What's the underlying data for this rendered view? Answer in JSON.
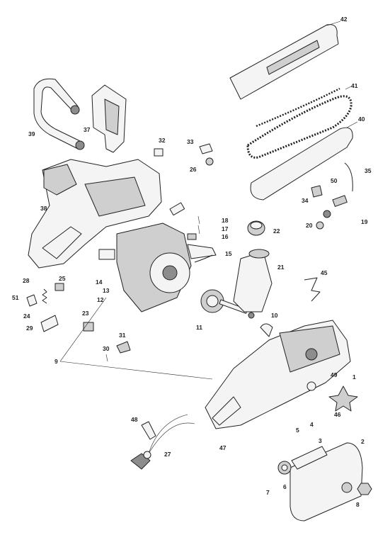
{
  "diagram": {
    "labels": [
      "1",
      "2",
      "3",
      "4",
      "5",
      "6",
      "7",
      "8",
      "9",
      "10",
      "11",
      "12",
      "13",
      "14",
      "15",
      "16",
      "17",
      "18",
      "19",
      "20",
      "21",
      "22",
      "23",
      "24",
      "25",
      "26",
      "27",
      "28",
      "29",
      "30",
      "31",
      "32",
      "33",
      "34",
      "35",
      "37",
      "38",
      "39",
      "40",
      "41",
      "42",
      "45",
      "46",
      "47",
      "48",
      "49",
      "50",
      "51"
    ]
  },
  "colors": {
    "line": "#222222",
    "light": "#f4f4f4",
    "mid": "#cfcfcf",
    "dark": "#8c8c8c",
    "background": "#ffffff"
  }
}
